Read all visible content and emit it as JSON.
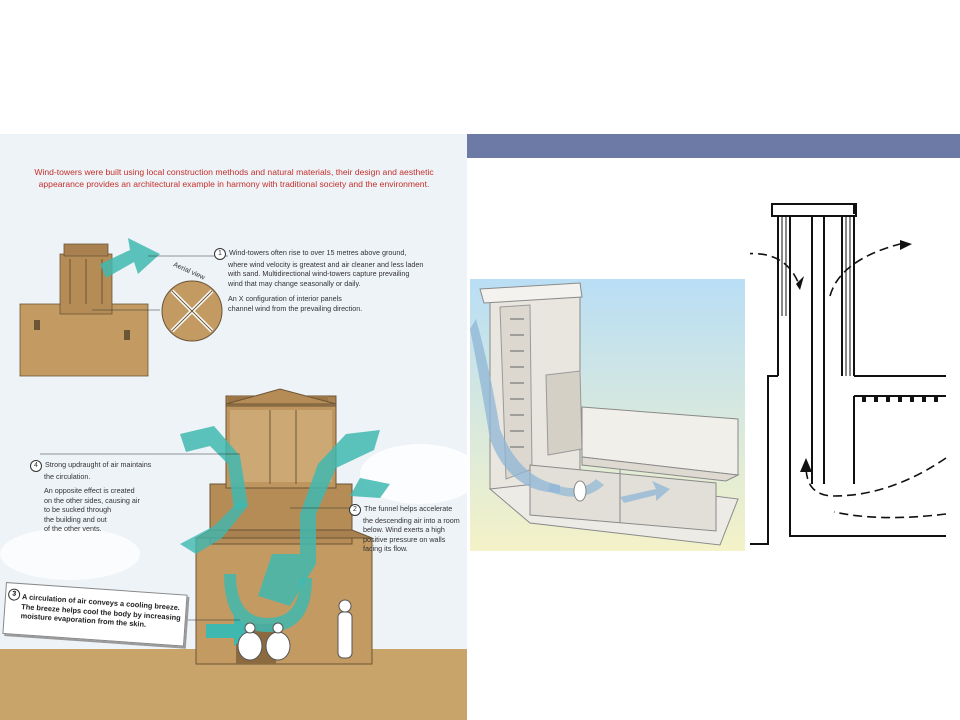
{
  "left_panel": {
    "intro_line1": "Wind-towers were built using local construction methods and natural materials, their design and aesthetic",
    "intro_line2": "appearance provides an architectural example in harmony with traditional society and the environment.",
    "aerial_label": "Aerial view",
    "notes": {
      "n1": {
        "number": "1",
        "line1": "Wind-towers often rise to over 15 metres above ground,",
        "line2": "where wind velocity is greatest and air cleaner and less laden",
        "line3": "with sand. Multidirectional wind-towers capture prevailing",
        "line4": "wind that may change seasonally or daily.",
        "line5": "An X configuration of interior panels",
        "line6": "channel wind from the prevailing direction."
      },
      "n4": {
        "number": "4",
        "line1": "Strong updraught of air maintains",
        "line2": "the circulation.",
        "line3": "An opposite effect is created",
        "line4": "on the other sides, causing air",
        "line5": "to be sucked through",
        "line6": "the building and out",
        "line7": "of the other vents."
      },
      "n2": {
        "number": "2",
        "line1": "The funnel helps accelerate",
        "line2": "the descending air into a room",
        "line3": "below. Wind exerts a high",
        "line4": "positive pressure on walls",
        "line5": "facing its flow."
      },
      "n3": {
        "number": "3",
        "line1": "A circulation of air conveys a cooling breeze.",
        "line2": "The breeze helps cool the body by increasing",
        "line3": "moisture evaporation from the skin."
      }
    }
  },
  "colors": {
    "sand": "#c8a06a",
    "ground": "#c9a46a",
    "arrow": "#3fb8b0",
    "intro_text": "#c4302b",
    "slide_bar": "#6d7aa6",
    "sky": "#d6ecf7"
  }
}
